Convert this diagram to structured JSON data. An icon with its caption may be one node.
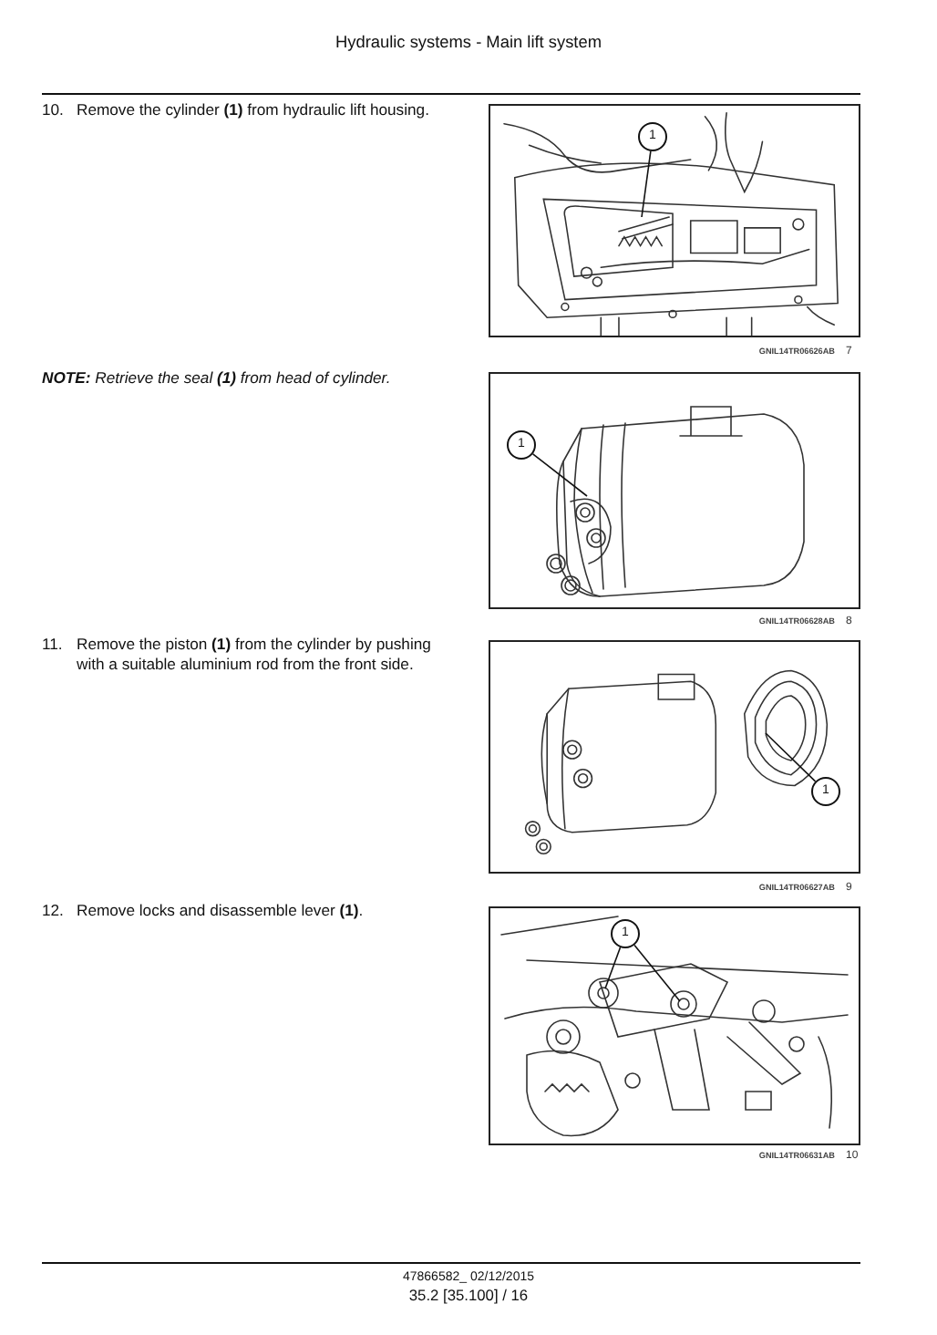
{
  "diagram": {
    "title": "Hydraulic systems - Main lift system",
    "nodes": [
      {
        "text": [
          "1"
        ]
      },
      {
        "text": [
          "1"
        ]
      },
      {
        "text": [
          "1"
        ]
      },
      {
        "text": [
          "1"
        ]
      }
    ],
    "edges": [
      {
        "from": 0,
        "to": null,
        "arrow": "none"
      },
      {
        "from": 1,
        "to": null,
        "arrow": "none"
      },
      {
        "from": 2,
        "to": null,
        "arrow": "none"
      },
      {
        "from": 3,
        "to": null,
        "arrow": "none"
      },
      {
        "from": 3,
        "to": null,
        "arrow": "none"
      }
    ],
    "labels": [
      "10.",
      "Remove the cylinder **(1)** from hydraulic lift housing.",
      "GNIL14TR06626AB",
      "7",
      "**NOTE:** Retrieve the seal **(1)** from head of cylinder.",
      "GNIL14TR06628AB",
      "8",
      "11.",
      "Remove the piston **(1)** from the cylinder by pushing with a suitable aluminium rod from the front side.",
      "GNIL14TR06627AB",
      "9",
      "12.",
      "Remove locks and disassemble lever **(1)**.",
      "GNIL14TR06631AB",
      "10",
      "47866582_ 02/12/2015",
      "35.2 [35.100] / 16"
    ]
  }
}
